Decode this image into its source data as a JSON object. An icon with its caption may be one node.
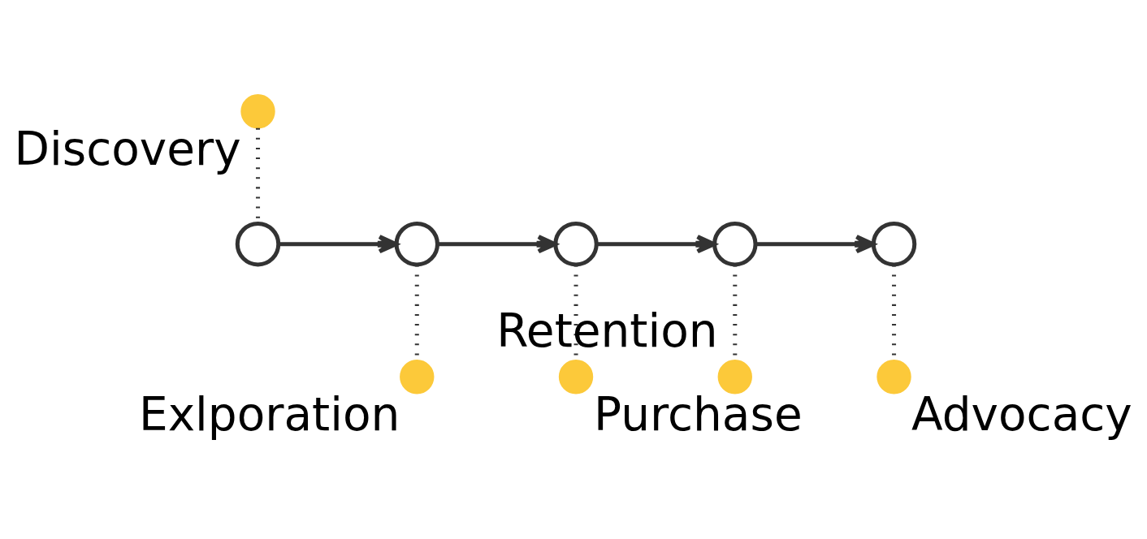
{
  "diagram": {
    "nodes": [
      {
        "text": [],
        "shape": "circle"
      },
      {
        "text": [],
        "shape": "circle"
      },
      {
        "text": [],
        "shape": "circle"
      },
      {
        "text": [],
        "shape": "circle"
      },
      {
        "text": [],
        "shape": "circle"
      },
      {
        "text": [],
        "shape": "circle",
        "beside": [
          "Discovery"
        ]
      },
      {
        "text": [],
        "shape": "circle",
        "beside": [
          "Exlporation"
        ]
      },
      {
        "text": [],
        "shape": "circle",
        "beside": [
          "Purchase"
        ]
      },
      {
        "text": [],
        "shape": "circle",
        "beside": [
          "Retention"
        ]
      },
      {
        "text": [],
        "shape": "circle",
        "beside": [
          "Advocacy"
        ]
      }
    ],
    "edges": [
      {
        "from": 0,
        "to": 1,
        "arrow": "to"
      },
      {
        "from": 1,
        "to": 2,
        "arrow": "to"
      },
      {
        "from": 2,
        "to": 3,
        "arrow": "to"
      },
      {
        "from": 3,
        "to": 4,
        "arrow": "to"
      },
      {
        "from": 5,
        "to": 0,
        "arrow": "none",
        "style": "dashed"
      },
      {
        "from": 1,
        "to": 6,
        "arrow": "none",
        "style": "dashed"
      },
      {
        "from": 2,
        "to": 7,
        "arrow": "none",
        "style": "dashed"
      },
      {
        "from": 3,
        "to": 8,
        "arrow": "none",
        "style": "dashed"
      },
      {
        "from": 4,
        "to": 9,
        "arrow": "none",
        "style": "dashed"
      }
    ]
  }
}
